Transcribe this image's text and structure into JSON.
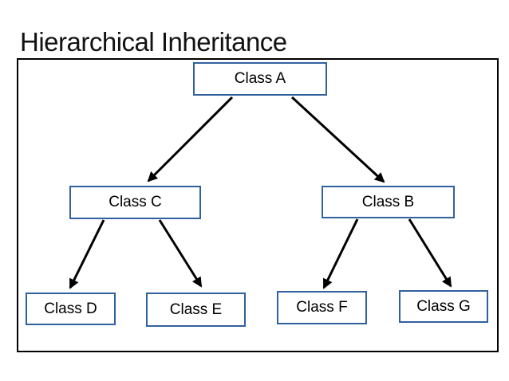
{
  "title": "Hierarchical Inheritance",
  "colors": {
    "title_text": "#121212",
    "frame_border": "#000000",
    "box_border": "#31609F",
    "box_fill": "#FFFFFF",
    "box_text": "#000000",
    "arrow": "#000000"
  },
  "diagram": {
    "nodes": [
      {
        "id": "A",
        "label": "Class A"
      },
      {
        "id": "C",
        "label": "Class C"
      },
      {
        "id": "B",
        "label": "Class B"
      },
      {
        "id": "D",
        "label": "Class D"
      },
      {
        "id": "E",
        "label": "Class E"
      },
      {
        "id": "F",
        "label": "Class F"
      },
      {
        "id": "G",
        "label": "Class G"
      }
    ],
    "edges": [
      {
        "from": "A",
        "to": "C"
      },
      {
        "from": "A",
        "to": "B"
      },
      {
        "from": "C",
        "to": "D"
      },
      {
        "from": "C",
        "to": "E"
      },
      {
        "from": "B",
        "to": "F"
      },
      {
        "from": "B",
        "to": "G"
      }
    ]
  }
}
